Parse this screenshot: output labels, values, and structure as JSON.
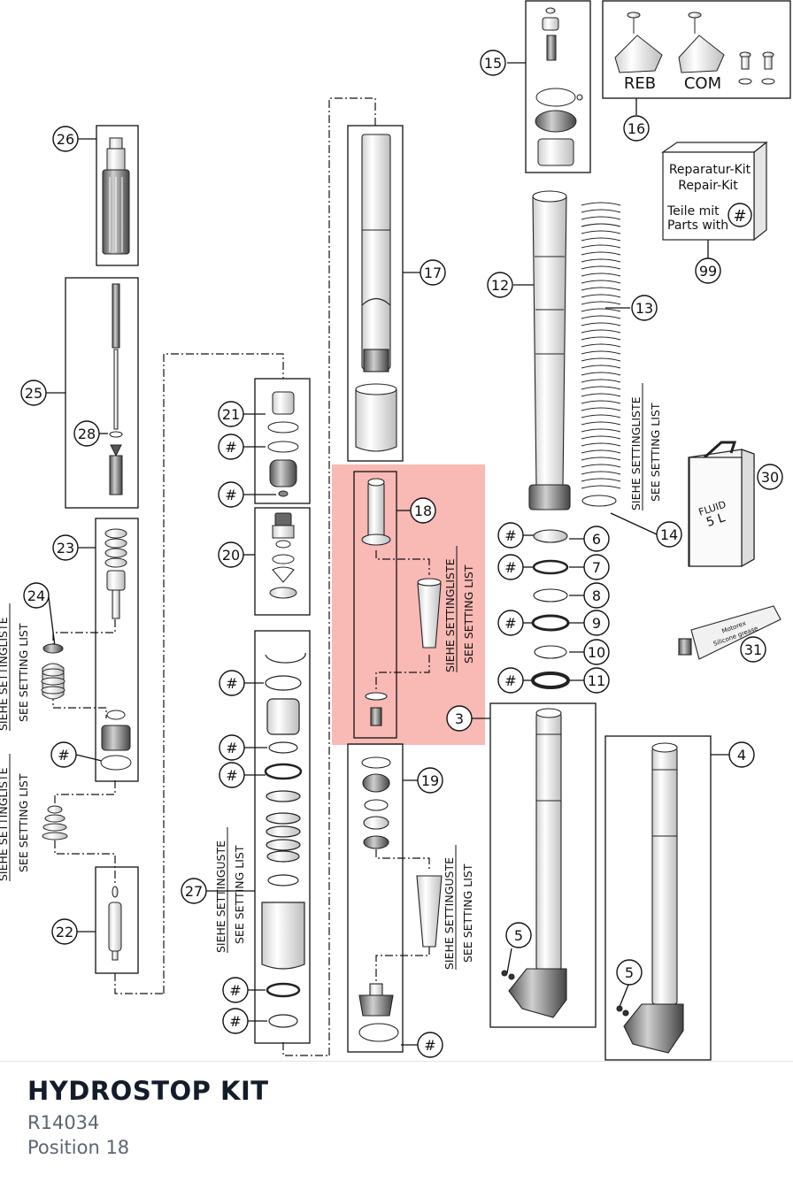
{
  "diagram": {
    "labels": {
      "p3": "3",
      "p4": "4",
      "p5a": "5",
      "p5b": "5",
      "p6": "6",
      "p7": "7",
      "p8": "8",
      "p9": "9",
      "p10": "10",
      "p11": "11",
      "p12": "12",
      "p13": "13",
      "p14": "14",
      "p15": "15",
      "p16": "16",
      "p17": "17",
      "p18": "18",
      "p19": "19",
      "p20": "20",
      "p21": "21",
      "p22": "22",
      "p23": "23",
      "p24": "24",
      "p25": "25",
      "p26": "26",
      "p27": "27",
      "p28": "28",
      "p30": "30",
      "p31": "31",
      "p99": "99",
      "hash": "#"
    },
    "setting_a": "SIEHE SETTINGLISTE",
    "setting_b": "SEE SETTING LIST",
    "setting_c": "SIEHE SETTINGUSTE",
    "rebound": "REB",
    "compression": "COM",
    "repair_kit_de": "Reparatur-Kit",
    "repair_kit_en": "Repair-Kit",
    "parts_de": "Teile mit",
    "parts_en": "Parts with",
    "fluid": "FLUID",
    "fluid_volume": "5 L",
    "grease_brand": "Motorex",
    "grease_type": "Silicone grease",
    "highlight_color": "#f7a7a3"
  },
  "footer": {
    "title": "HYDROSTOP KIT",
    "code": "R14034",
    "position": "Position 18"
  }
}
